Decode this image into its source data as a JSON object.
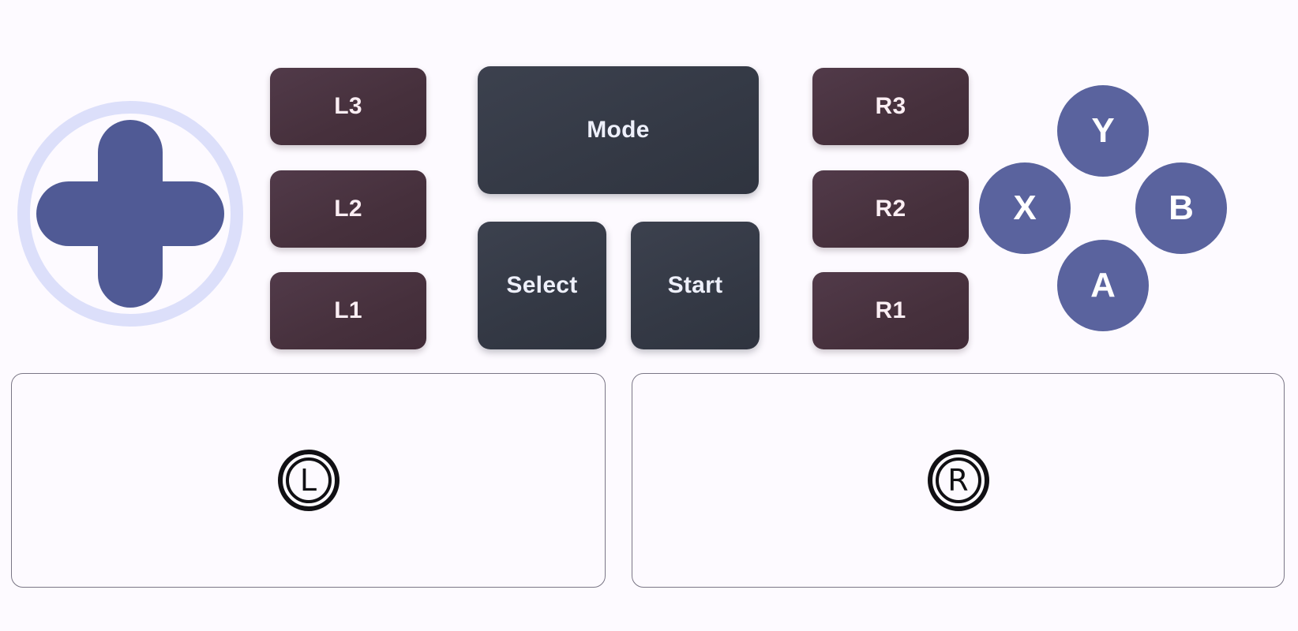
{
  "background_color": "#fdfaff",
  "dpad": {
    "name": "directional-pad",
    "ring_color": "#dcdffa",
    "cross_color": "#505a95"
  },
  "shoulder_left": {
    "color": "#46303c",
    "text_color": "#fbeef3",
    "buttons": [
      {
        "id": "l3",
        "label": "L3"
      },
      {
        "id": "l2",
        "label": "L2"
      },
      {
        "id": "l1",
        "label": "L1"
      }
    ]
  },
  "shoulder_right": {
    "color": "#46303c",
    "text_color": "#fbeef3",
    "buttons": [
      {
        "id": "r3",
        "label": "R3"
      },
      {
        "id": "r2",
        "label": "R2"
      },
      {
        "id": "r1",
        "label": "R1"
      }
    ]
  },
  "center": {
    "color": "#343945",
    "text_color": "#eef0fb",
    "mode_label": "Mode",
    "select_label": "Select",
    "start_label": "Start"
  },
  "face_buttons": {
    "color": "#5a639e",
    "text_color": "#ffffff",
    "y_label": "Y",
    "x_label": "X",
    "b_label": "B",
    "a_label": "A"
  },
  "touch_panels": {
    "border_color": "#7a7686",
    "glyph_color": "#111014",
    "left": {
      "name": "left-stick-touchpad",
      "glyph_letter": "L"
    },
    "right": {
      "name": "right-stick-touchpad",
      "glyph_letter": "R"
    }
  }
}
